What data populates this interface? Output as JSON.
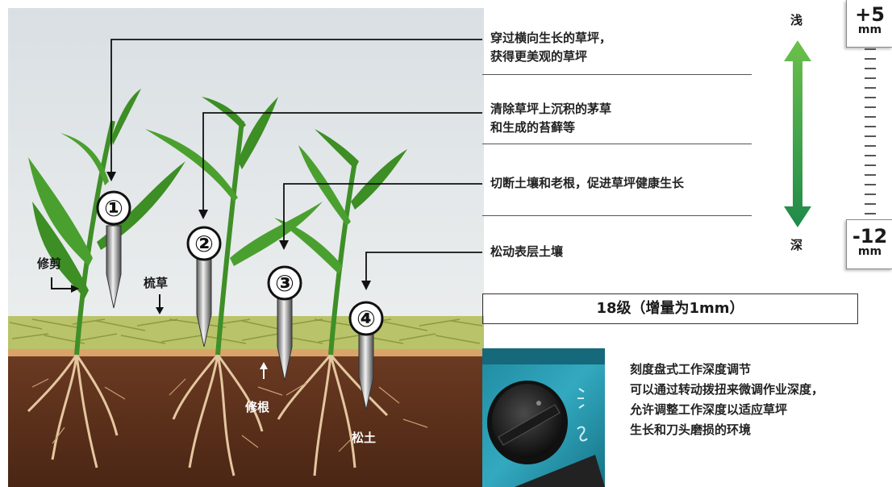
{
  "steps": [
    {
      "number": "①",
      "description_lines": [
        "穿过横向生长的草坪，",
        "获得更美观的草坪"
      ]
    },
    {
      "number": "②",
      "description_lines": [
        "清除草坪上沉积的茅草",
        "和生成的苔藓等"
      ]
    },
    {
      "number": "③",
      "description_lines": [
        "切断土壤和老根，促进草坪健康生长"
      ]
    },
    {
      "number": "④",
      "description_lines": [
        "松动表层土壤"
      ]
    }
  ],
  "illustration_labels": {
    "trim": "修剪",
    "comb": "梳草",
    "root_trim": "修根",
    "loosen_soil": "松土"
  },
  "depth": {
    "shallow_label": "浅",
    "deep_label": "深",
    "shallow_value": "+5",
    "deep_value": "-12",
    "unit": "mm",
    "arrow_color": "#2e9e3e"
  },
  "scale_text": "18级（增量为1mm）",
  "dial": {
    "title": "刻度盘式工作深度调节",
    "lines": [
      "可以通过转动拨扭来微调作业深度，",
      "允许调整工作深度以适应草坪",
      "生长和刀头磨损的环境"
    ]
  }
}
